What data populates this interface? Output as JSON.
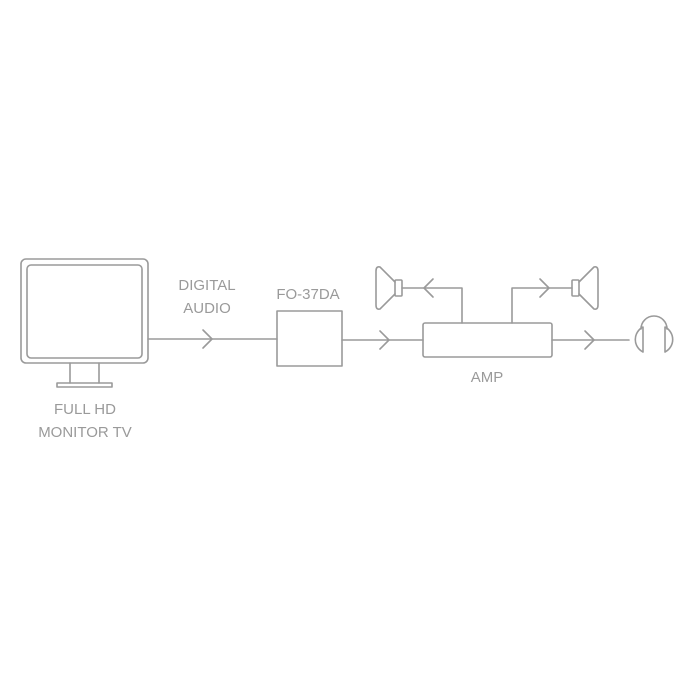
{
  "nodes": {
    "monitor": {
      "label_line1": "FULL HD",
      "label_line2": "MONITOR TV"
    },
    "signal": {
      "label_line1": "DIGITAL",
      "label_line2": "AUDIO"
    },
    "converter": {
      "label": "FO-37DA"
    },
    "amp": {
      "label": "AMP"
    }
  },
  "colors": {
    "stroke": "#9a9a9a",
    "text": "#9a9a9a"
  }
}
